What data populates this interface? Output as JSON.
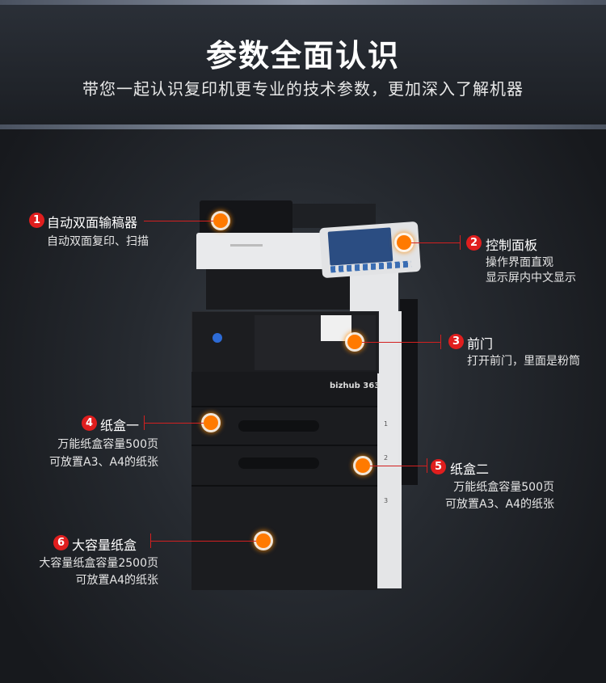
{
  "header": {
    "title": "参数全面认识",
    "subtitle": "带您一起认识复印机更专业的技术参数，更加深入了解机器"
  },
  "machine": {
    "brand_label": "bizhub 363",
    "tray_numbers": [
      "1",
      "2",
      "3"
    ]
  },
  "callouts": [
    {
      "number": "1",
      "title": "自动双面输稿器",
      "desc": [
        "自动双面复印、扫描"
      ]
    },
    {
      "number": "2",
      "title": "控制面板",
      "desc": [
        "操作界面直观",
        "显示屏内中文显示"
      ]
    },
    {
      "number": "3",
      "title": "前门",
      "desc": [
        "打开前门，里面是粉筒"
      ]
    },
    {
      "number": "4",
      "title": "纸盒一",
      "desc": [
        "万能纸盒容量500页",
        "可放置A3、A4的纸张"
      ]
    },
    {
      "number": "5",
      "title": "纸盒二",
      "desc": [
        "万能纸盒容量500页",
        "可放置A3、A4的纸张"
      ]
    },
    {
      "number": "6",
      "title": "大容量纸盒",
      "desc": [
        "大容量纸盒容量2500页",
        "可放置A4的纸张"
      ]
    }
  ],
  "colors": {
    "accent_marker": "#ff7a00",
    "number_badge": "#e01e1e",
    "leader_line": "#d32020",
    "background": "#1c1f24"
  }
}
